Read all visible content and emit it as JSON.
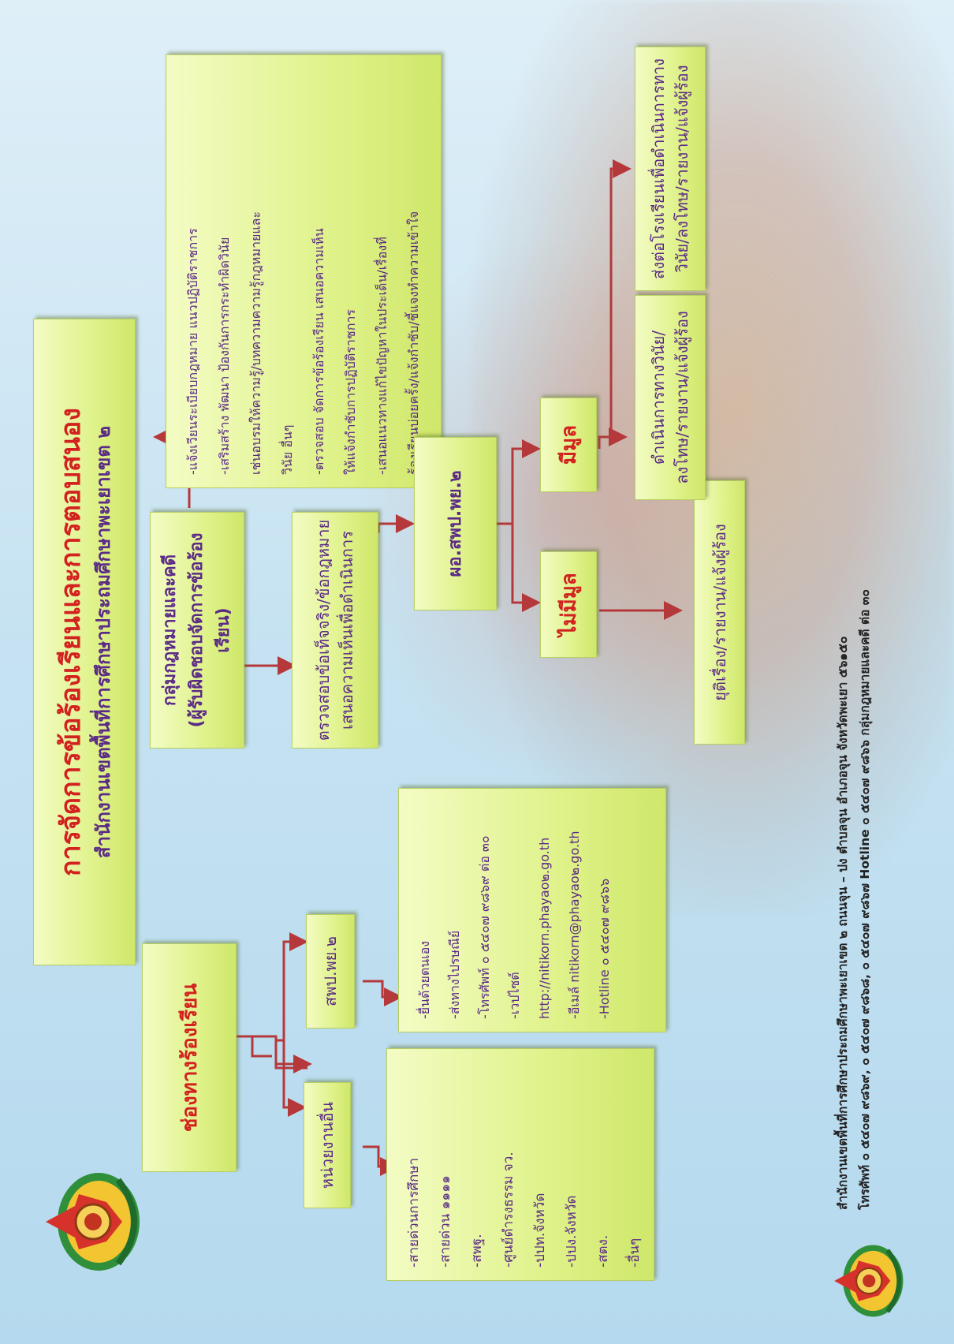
{
  "title": {
    "main": "การจัดการข้อร้องเรียนและการตอบสนอง",
    "sub": "สำนักงานเขตพื้นที่การศึกษาประถมศึกษาพะเยาเขต ๒"
  },
  "channels": {
    "label": "ช่องทางร้องเรียน",
    "other_units": {
      "label": "หน่วยงานอื่น",
      "items": [
        "-สายด่วนการศึกษา",
        "-สายด่วน ๑๑๑๑",
        "-สพฐ.",
        "-ศูนย์ดำรงธรรม จว.",
        "-ปปท.จังหวัด",
        "-ปปง.จังหวัด",
        "-สตง.",
        "-อื่นๆ"
      ]
    },
    "office": {
      "label": "สพป.พย.๒",
      "items": [
        "-ยื่นด้วยตนเอง",
        "-ส่งทางไปรษณีย์",
        "-โทรศัพท์ ๐ ๕๔๐๗ ๙๘๖๙ ต่อ ๓๐",
        "-เวปไซต์",
        "http://nitikorn.phayao๒.go.th",
        "-อีเมล์ nitikorn@phayao๒.go.th",
        "-Hotline ๐ ๕๔๐๗ ๙๘๖๖"
      ]
    }
  },
  "legal_group": {
    "line1": "กลุ่มกฎหมายและคดี",
    "line2": "(ผู้รับผิดชอบจัดการข้อร้องเรียน)"
  },
  "legal_actions": [
    "-แจ้งเวียนระเบียบกฎหมาย แนวปฏิบัติราชการ",
    "-เสริมสร้าง พัฒนา ป้องกันการกระทำผิดวินัย",
    "เช่นอบรมให้ความรู้/บทความความรู้กฎหมายและ",
    "วินัย อื่นๆ",
    "-ตรวจสอบ จัดการข้อร้องเรียน เสนอความเห็น",
    "ให้แจ้งกำชับการปฏิบัติราชการ",
    "-เสนอแนวทางแก้ไขปัญหาในประเด็น/เรื่องที่",
    "ร้องเรียนบ่อยครั้ง/แจ้งกำชับ/ชี้แจงทำความเข้าใจ"
  ],
  "investigate": {
    "line1": "ตรวจสอบข้อเท็จจริง/ข้อกฎหมาย",
    "line2": "เสนอความเห็นเพื่อดำเนินการ"
  },
  "director": "ผอ.สพป.พย.๒",
  "no_merit": "ไม่มีมูล",
  "has_merit": "มีมูล",
  "terminate": "ยุติเรื่อง/รายงาน/แจ้งผู้ร้อง",
  "discipline": {
    "line1": "ดำเนินการทางวินัย/",
    "line2": "ลงโทษ/รายงาน/แจ้งผู้ร้อง"
  },
  "send_school": {
    "line1": "ส่งต่อโรงเรียนเพื่อดำเนินการทาง",
    "line2": "วินัย/ลงโทษ/รายงาน/แจ้งผู้ร้อง"
  },
  "footer": {
    "line1": "สำนักงานเขตพื้นที่การศึกษาประถมศึกษาพะเยาเขต ๒ ถนนจุน – ปง ตำบลจุน อำเภอจุน จังหวัดพะเยา ๕๖๑๕๐",
    "line2": "โทรศัพท์ ๐ ๕๔๐๗ ๙๘๖๙, ๐ ๕๔๐๗ ๙๘๖๘, ๐ ๕๔๐๗ ๙๘๖๗ Hotline ๐ ๕๔๐๗ ๙๘๖๖ กลุ่มกฎหมายและคดี ต่อ ๓๐"
  },
  "colors": {
    "arrow": "#b5383a",
    "box_fill": "#dff28a",
    "title_red": "#d2211e",
    "text_purple": "#5a2a86"
  },
  "icons": [
    "office-emblem-logo",
    "office-emblem-logo-small"
  ]
}
